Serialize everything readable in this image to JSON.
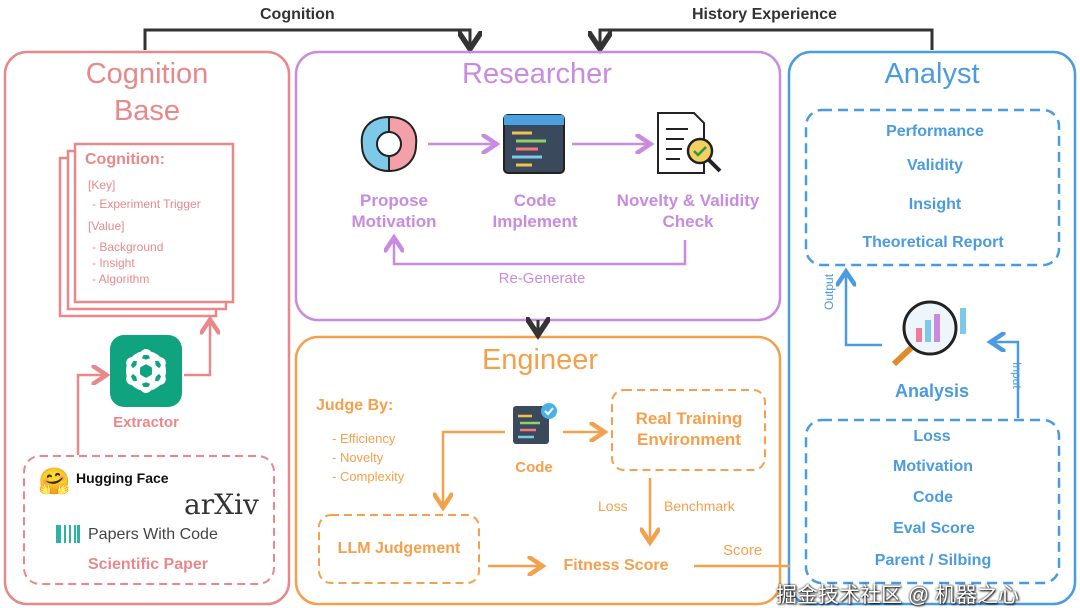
{
  "top_labels": {
    "cognition": "Cognition",
    "history": "History Experience"
  },
  "cognition_base": {
    "title_line1": "Cognition",
    "title_line2": "Base",
    "card": {
      "heading": "Cognition:",
      "key_label": "[Key]",
      "key_items": [
        "- Experiment Trigger"
      ],
      "value_label": "[Value]",
      "value_items": [
        "- Background",
        "- Insight",
        "- Algorithm"
      ]
    },
    "extractor": "Extractor",
    "sources": {
      "hugging_face": "Hugging Face",
      "arxiv": "arXiv",
      "papers_with_code": "Papers With Code",
      "caption": "Scientific Paper"
    }
  },
  "researcher": {
    "title": "Researcher",
    "steps": [
      {
        "line1": "Propose",
        "line2": "Motivation",
        "icon": "ai-brain-icon"
      },
      {
        "line1": "Code",
        "line2": "Implement",
        "icon": "code-window-icon"
      },
      {
        "line1": "Novelty & Validity",
        "line2": "Check",
        "icon": "checklist-magnifier-icon"
      }
    ],
    "loop_label": "Re-Generate"
  },
  "engineer": {
    "title": "Engineer",
    "judge_by": "Judge By:",
    "criteria": [
      "- Efficiency",
      "- Novelty",
      "- Complexity"
    ],
    "code": "Code",
    "env_line1": "Real Training",
    "env_line2": "Environment",
    "loss": "Loss",
    "benchmark": "Benchmark",
    "llm_judgement": "LLM Judgement",
    "fitness": "Fitness Score",
    "score": "Score"
  },
  "analyst": {
    "title": "Analyst",
    "outputs": [
      "Performance",
      "Validity",
      "Insight",
      "Theoretical Report"
    ],
    "output_label": "Output",
    "input_label": "Input",
    "analysis": "Analysis",
    "inputs": [
      "Loss",
      "Motivation",
      "Code",
      "Eval Score",
      "Parent / Silbing"
    ]
  },
  "watermark": "掘金技术社区 @ 机器之心",
  "colors": {
    "cognition": "#e8888a",
    "researcher": "#c88be0",
    "engineer": "#f4a04c",
    "analyst": "#4a9be0"
  }
}
